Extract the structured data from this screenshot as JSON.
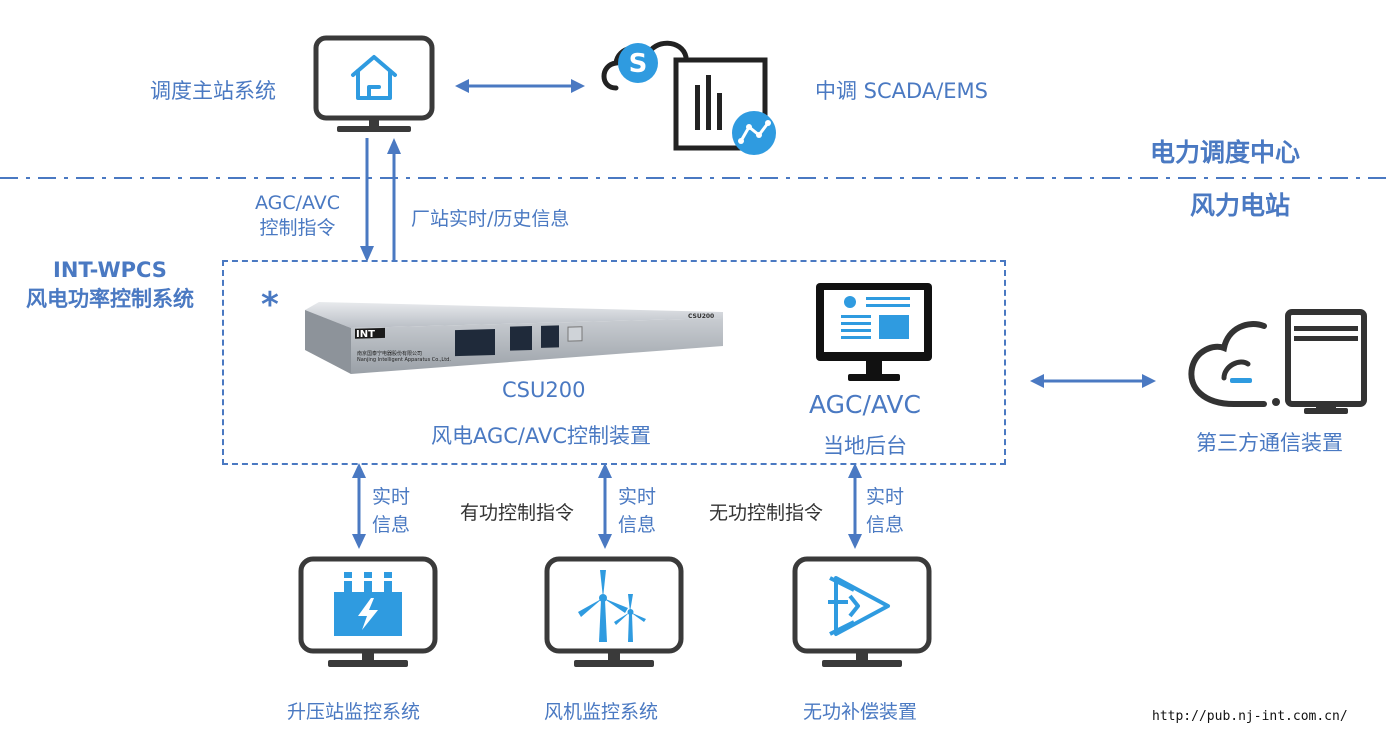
{
  "top": {
    "dispatch_master": "调度主站系统",
    "scada": "中调 SCADA/EMS",
    "dispatch_center": "电力调度中心",
    "wind_station": "风力电站"
  },
  "links": {
    "agc_avc_cmd_1": "AGC/AVC",
    "agc_avc_cmd_2": "控制指令",
    "plant_info": "厂站实时/历史信息"
  },
  "system": {
    "name_1": "INT-WPCS",
    "name_2": "风电功率控制系统",
    "asterisk": "*"
  },
  "device": {
    "brand": "INT",
    "model_tag": "CSU200",
    "company_cn": "南京国泰宁电器股份有限公司",
    "company_en": "Nanjing Intelligent Apparatus Co.,Ltd.",
    "name": "CSU200",
    "desc": "风电AGC/AVC控制装置"
  },
  "backend": {
    "name_1": "AGC/AVC",
    "name_2": "当地后台"
  },
  "third_party": {
    "label": "第三方通信装置"
  },
  "bottom": {
    "realtime_1": "实时",
    "realtime_2": "信息",
    "active_cmd": "有功控制指令",
    "reactive_cmd": "无功控制指令",
    "substation": "升压站监控系统",
    "turbine": "风机监控系统",
    "compensation": "无功补偿装置"
  },
  "footer": {
    "url": "http://pub.nj-int.com.cn/"
  },
  "colors": {
    "blue": "#4a79c2",
    "icon_blue": "#2f9be0",
    "dark": "#3a3a3a"
  }
}
